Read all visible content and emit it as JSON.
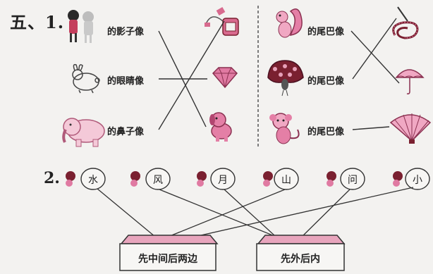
{
  "section_header": "五、1.",
  "part1": {
    "left": [
      {
        "label": "的影子像"
      },
      {
        "label": "的眼睛像"
      },
      {
        "label": "的鼻子像"
      }
    ],
    "right": [
      {
        "label": "的尾巴像"
      },
      {
        "label": "的尾巴像"
      },
      {
        "label": "的尾巴像"
      }
    ]
  },
  "part2": {
    "number": "2.",
    "characters": [
      "水",
      "风",
      "月",
      "山",
      "问",
      "小"
    ],
    "houses": [
      "先中间后两边",
      "先外后内"
    ]
  },
  "colors": {
    "ink": "#222222",
    "pink": "#e07aa2",
    "dark_red": "#7a2030",
    "gray": "#9a9a9a"
  }
}
